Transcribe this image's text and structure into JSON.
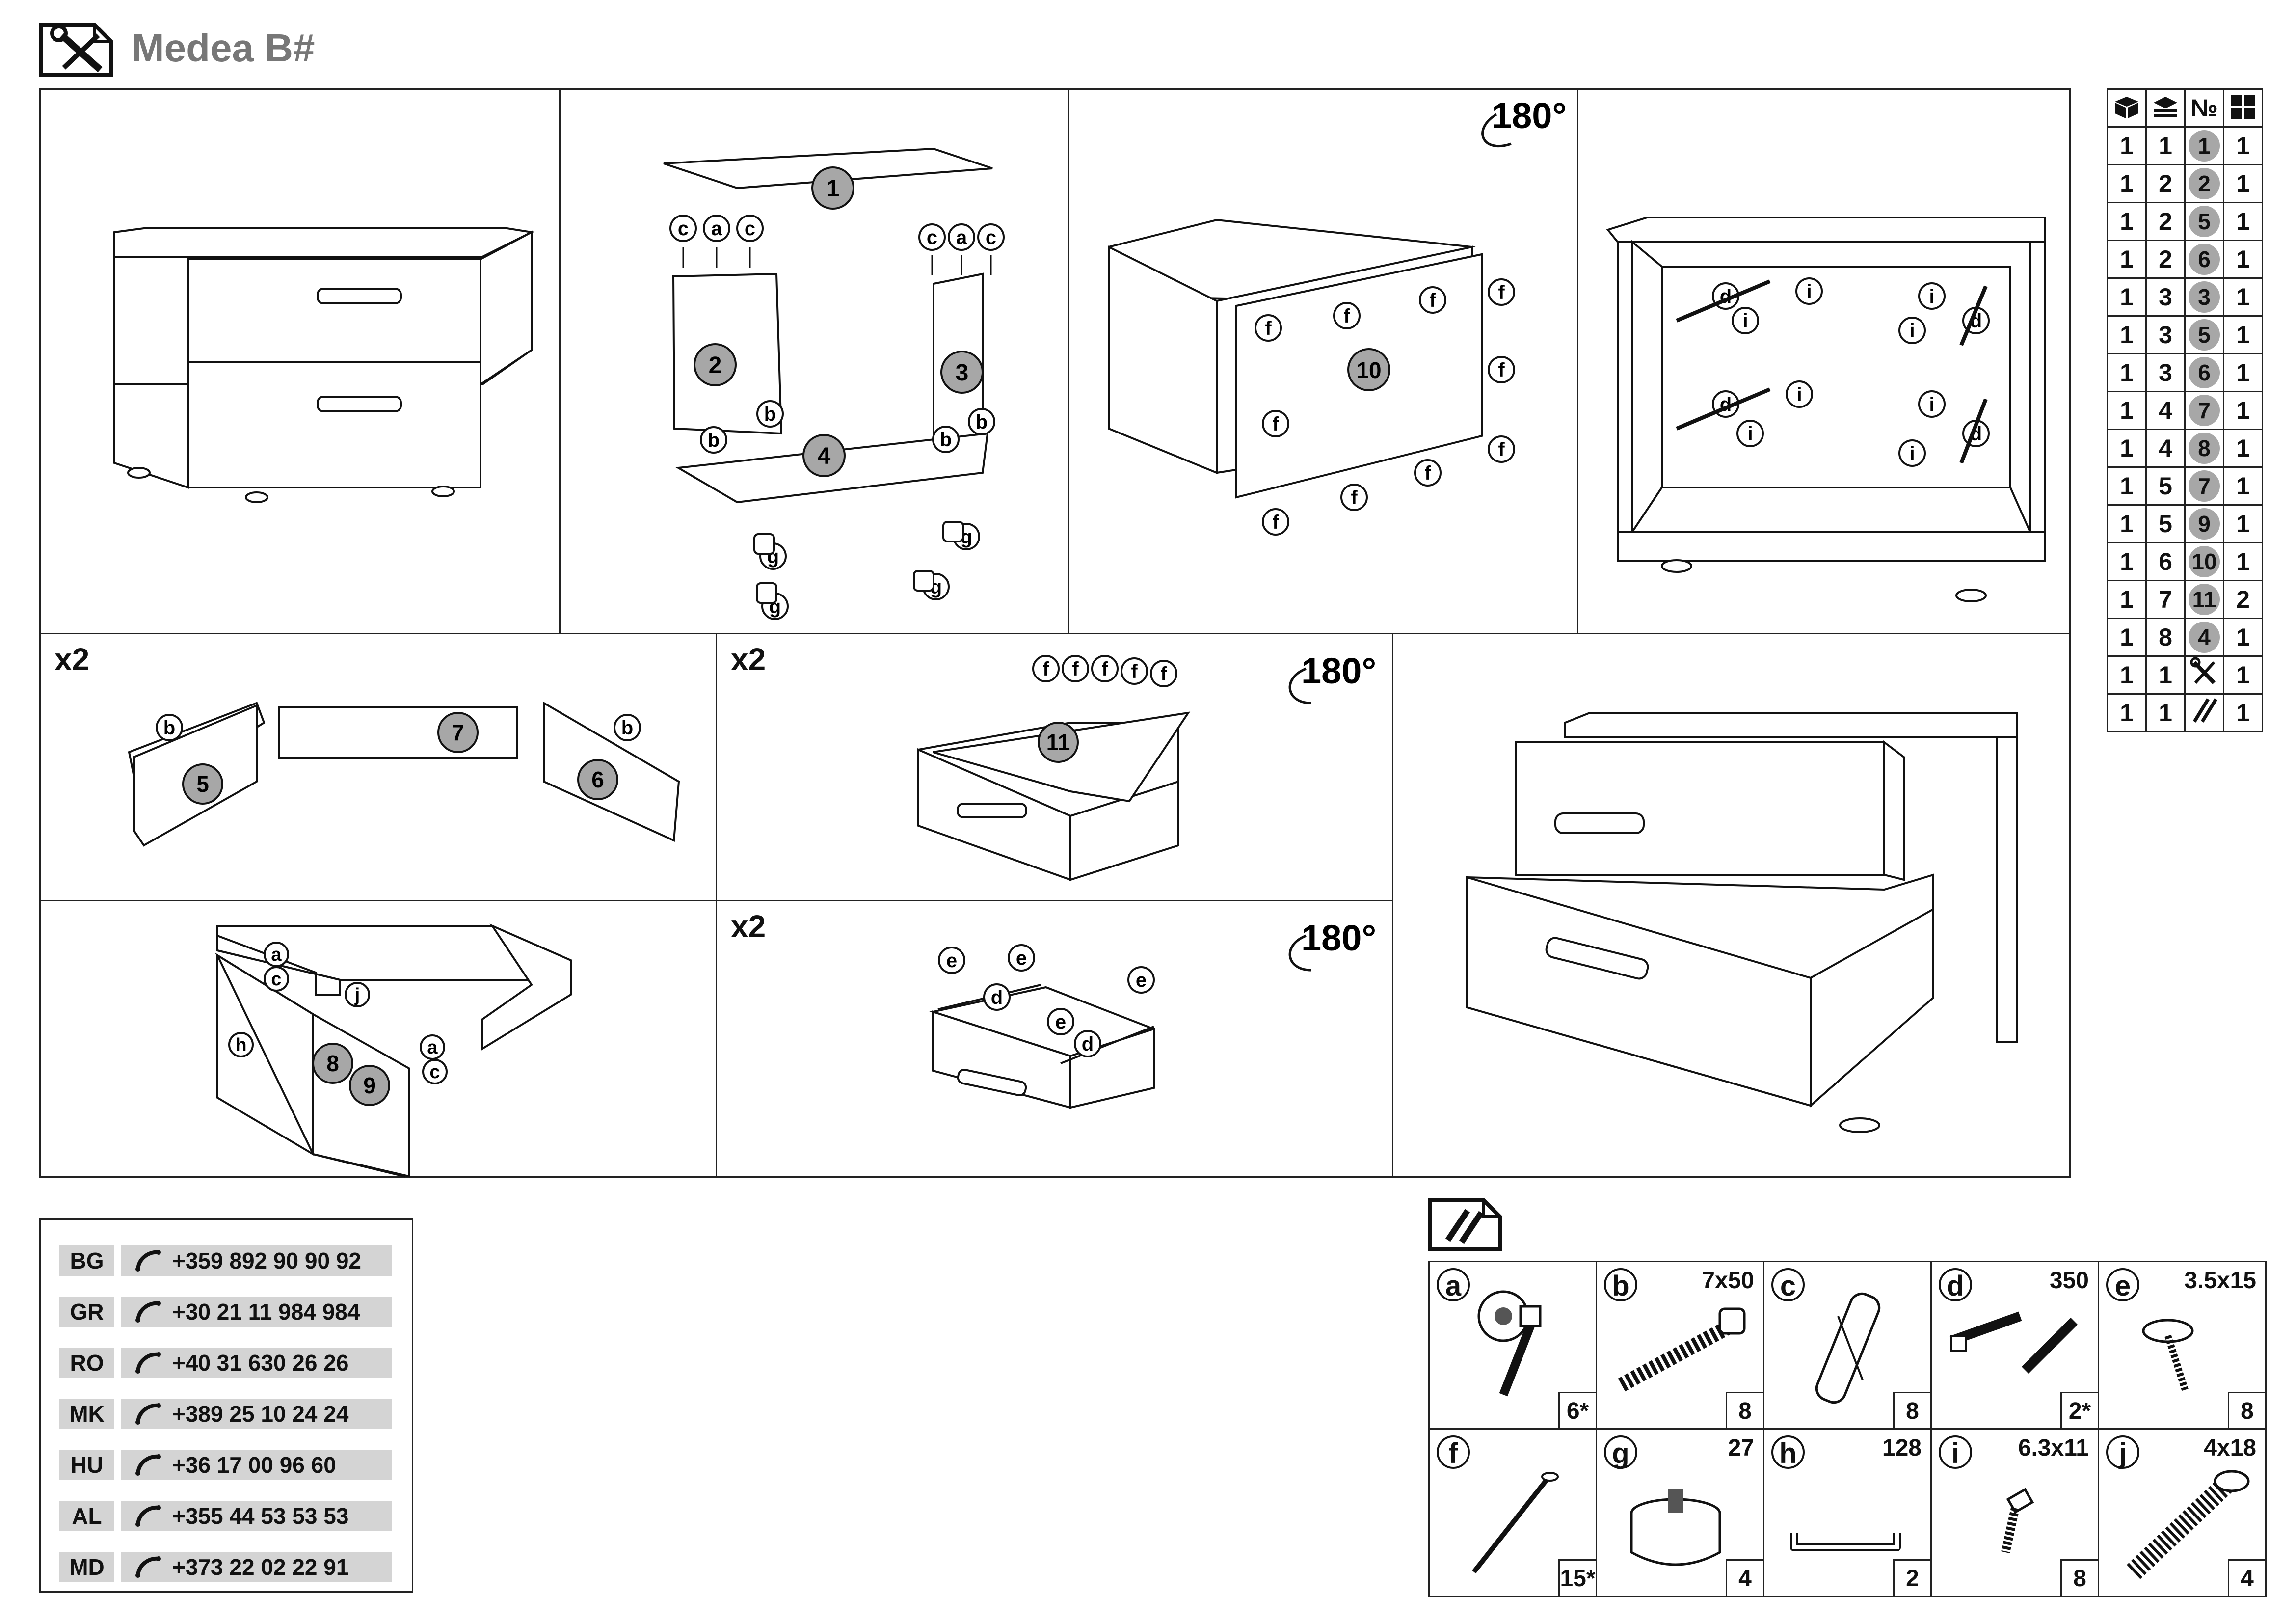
{
  "header": {
    "title": "Medea B#",
    "tools_icon": "tools-icon"
  },
  "steps": {
    "rotate_label": "180°",
    "multiplier_label": "x2",
    "labels": {
      "part1": "1",
      "part2": "2",
      "part3": "3",
      "part4": "4",
      "part5": "5",
      "part6": "6",
      "part7": "7",
      "part8": "8",
      "part9": "9",
      "part10": "10",
      "part11": "11",
      "a": "a",
      "b": "b",
      "c": "c",
      "d": "d",
      "e": "e",
      "f": "f",
      "g": "g",
      "h": "h",
      "i": "i",
      "j": "j"
    }
  },
  "parts_table": {
    "header_icons": [
      "package-icon",
      "stack-icon",
      "number-sign",
      "dimensions-icon"
    ],
    "number_header": "№",
    "rows": [
      {
        "pkg": "1",
        "stack": "1",
        "no": "1",
        "qty": "1"
      },
      {
        "pkg": "1",
        "stack": "2",
        "no": "2",
        "qty": "1"
      },
      {
        "pkg": "1",
        "stack": "2",
        "no": "5",
        "qty": "1"
      },
      {
        "pkg": "1",
        "stack": "2",
        "no": "6",
        "qty": "1"
      },
      {
        "pkg": "1",
        "stack": "3",
        "no": "3",
        "qty": "1"
      },
      {
        "pkg": "1",
        "stack": "3",
        "no": "5",
        "qty": "1"
      },
      {
        "pkg": "1",
        "stack": "3",
        "no": "6",
        "qty": "1"
      },
      {
        "pkg": "1",
        "stack": "4",
        "no": "7",
        "qty": "1"
      },
      {
        "pkg": "1",
        "stack": "4",
        "no": "8",
        "qty": "1"
      },
      {
        "pkg": "1",
        "stack": "5",
        "no": "7",
        "qty": "1"
      },
      {
        "pkg": "1",
        "stack": "5",
        "no": "9",
        "qty": "1"
      },
      {
        "pkg": "1",
        "stack": "6",
        "no": "10",
        "qty": "1"
      },
      {
        "pkg": "1",
        "stack": "7",
        "no": "11",
        "qty": "2"
      },
      {
        "pkg": "1",
        "stack": "8",
        "no": "4",
        "qty": "1"
      },
      {
        "pkg": "1",
        "stack": "1",
        "icon": "tools-icon",
        "qty": "1"
      },
      {
        "pkg": "1",
        "stack": "1",
        "icon": "hardware-icon",
        "qty": "1"
      }
    ]
  },
  "contacts": [
    {
      "code": "BG",
      "phone": "+359 892 90 90 92"
    },
    {
      "code": "GR",
      "phone": "+30 21 11 984 984"
    },
    {
      "code": "RO",
      "phone": "+40 31 630 26 26"
    },
    {
      "code": "MK",
      "phone": "+389 25 10 24 24"
    },
    {
      "code": "HU",
      "phone": "+36 17 00 96 60"
    },
    {
      "code": "AL",
      "phone": "+355 44 53 53 53"
    },
    {
      "code": "MD",
      "phone": "+373 22 02 22 91"
    }
  ],
  "hardware": [
    {
      "letter": "a",
      "size": "",
      "qty": "6*",
      "icon": "cam-lock-icon"
    },
    {
      "letter": "b",
      "size": "7x50",
      "qty": "8",
      "icon": "confirmat-screw-icon"
    },
    {
      "letter": "c",
      "size": "",
      "qty": "8",
      "icon": "wooden-dowel-icon"
    },
    {
      "letter": "d",
      "size": "350",
      "qty": "2*",
      "icon": "drawer-slide-icon"
    },
    {
      "letter": "e",
      "size": "3.5x15",
      "qty": "8",
      "icon": "wood-screw-icon"
    },
    {
      "letter": "f",
      "size": "",
      "qty": "15*",
      "icon": "nail-icon"
    },
    {
      "letter": "g",
      "size": "27",
      "qty": "4",
      "icon": "furniture-foot-icon"
    },
    {
      "letter": "h",
      "size": "128",
      "qty": "2",
      "icon": "handle-icon"
    },
    {
      "letter": "i",
      "size": "6.3x11",
      "qty": "8",
      "icon": "euro-screw-icon"
    },
    {
      "letter": "j",
      "size": "4x18",
      "qty": "4",
      "icon": "handle-screw-icon"
    }
  ]
}
